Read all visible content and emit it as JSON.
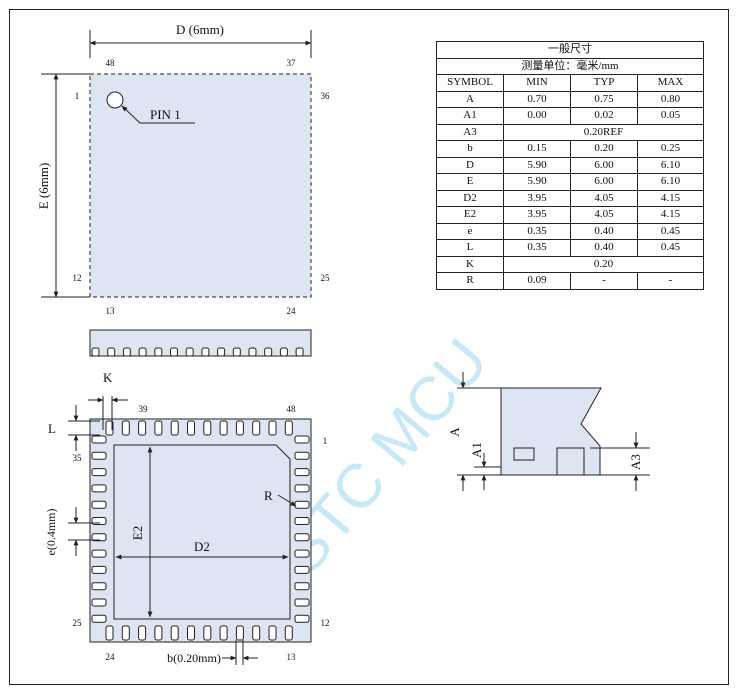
{
  "watermark": "STC MCU",
  "top_view": {
    "dim_d": "D (6mm)",
    "dim_e": "E (6mm)",
    "pin1_label": "PIN 1",
    "pin_numbers": [
      "48",
      "37",
      "1",
      "36",
      "12",
      "25",
      "13",
      "24"
    ]
  },
  "bottom_view": {
    "k_label": "K",
    "l_label": "L",
    "e_label": "e(0.4mm)",
    "e2_label": "E2",
    "d2_label": "D2",
    "r_label": "R",
    "b_label": "b(0.20mm)",
    "pin_numbers": [
      "39",
      "48",
      "35",
      "1",
      "25",
      "12",
      "24",
      "13"
    ]
  },
  "side_view": {
    "a_label": "A",
    "a1_label": "A1",
    "a3_label": "A3"
  },
  "table": {
    "title": "一般尺寸",
    "unit": "测量单位：毫米/mm",
    "headers": [
      "SYMBOL",
      "MIN",
      "TYP",
      "MAX"
    ],
    "rows": [
      [
        "A",
        "0.70",
        "0.75",
        "0.80"
      ],
      [
        "A1",
        "0.00",
        "0.02",
        "0.05"
      ],
      [
        "A3",
        "0.20REF"
      ],
      [
        "b",
        "0.15",
        "0.20",
        "0.25"
      ],
      [
        "D",
        "5.90",
        "6.00",
        "6.10"
      ],
      [
        "E",
        "5.90",
        "6.00",
        "6.10"
      ],
      [
        "D2",
        "3.95",
        "4.05",
        "4.15"
      ],
      [
        "E2",
        "3.95",
        "4.05",
        "4.15"
      ],
      [
        "e",
        "0.35",
        "0.40",
        "0.45"
      ],
      [
        "L",
        "0.35",
        "0.40",
        "0.45"
      ],
      [
        "K",
        "0.20"
      ],
      [
        "R",
        "0.09",
        "-",
        "-"
      ]
    ]
  },
  "colors": {
    "body_fill": "#dde4f2",
    "line": "#222222",
    "watermark": "#bfe6f5"
  }
}
